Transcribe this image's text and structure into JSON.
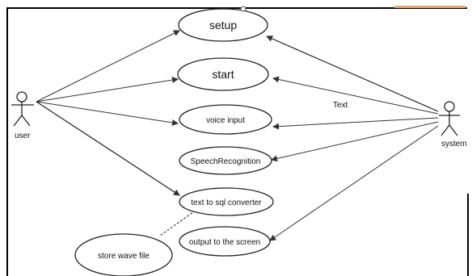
{
  "actors": {
    "user": {
      "label": "user"
    },
    "system": {
      "label": "system"
    }
  },
  "use_cases": {
    "setup": "setup",
    "start": "start",
    "voice_input": "voice input",
    "speech_recognition": "SpeechRecognition",
    "text_to_sql": "text to sql converter",
    "output_screen": "output to the screen",
    "store_wave": "store wave file"
  },
  "edge_labels": {
    "system_to_start": "Text"
  },
  "colors": {
    "frame": "#000000",
    "line": "#333333",
    "accent_strip": "#f4a259"
  }
}
